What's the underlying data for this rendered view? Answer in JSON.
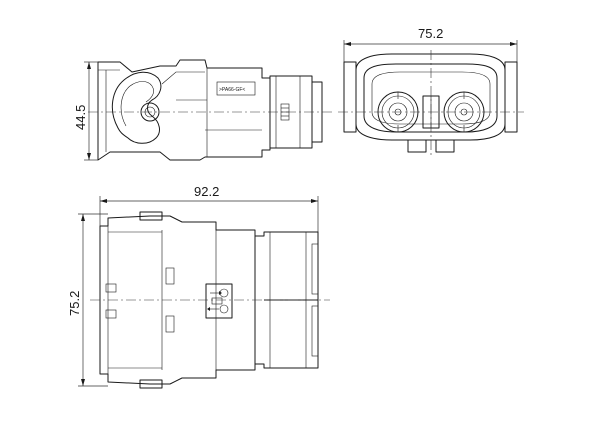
{
  "dimensions": {
    "side_height": "44.5",
    "front_width": "75.2",
    "top_length": "92.2",
    "top_width": "75.2"
  },
  "part_marking": ">PA66-GF<",
  "icons": [
    "lock-symbol-icon",
    "unlock-symbol-icon"
  ]
}
